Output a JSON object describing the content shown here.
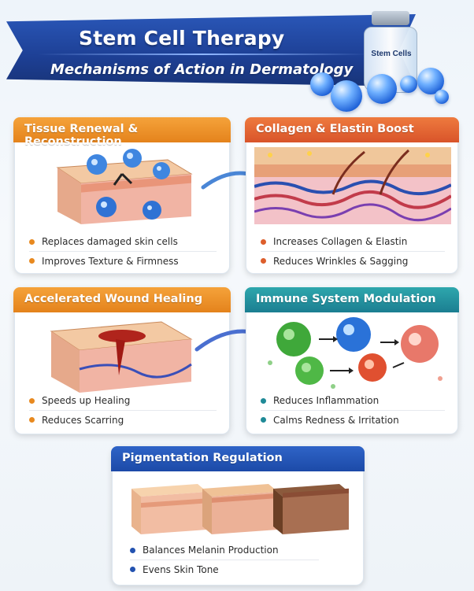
{
  "header": {
    "title": "Stem Cell Therapy",
    "subtitle": "Mechanisms of Action in Dermatology",
    "vial_label": "Stem Cells"
  },
  "cards": {
    "tissue": {
      "title": "Tissue Renewal & Reconstruction",
      "color": "#e8891f",
      "bullets": [
        "Replaces damaged skin cells",
        "Improves Texture & Firmness"
      ]
    },
    "collagen": {
      "title": "Collagen & Elastin Boost",
      "color": "#dd5e2c",
      "bullets": [
        "Increases Collagen & Elastin",
        "Reduces Wrinkles & Sagging"
      ]
    },
    "wound": {
      "title": "Accelerated Wound Healing",
      "color": "#e8891f",
      "bullets": [
        "Speeds up Healing",
        "Reduces Scarring"
      ]
    },
    "immune": {
      "title": "Immune System Modulation",
      "color": "#1f8a97",
      "bullets": [
        "Reduces Inflammation",
        "Calms Redness & Irritation"
      ]
    },
    "pigment": {
      "title": "Pigmentation Regulation",
      "color": "#2352b0",
      "bullets": [
        "Balances Melanin Production",
        "Evens Skin Tone"
      ]
    }
  }
}
